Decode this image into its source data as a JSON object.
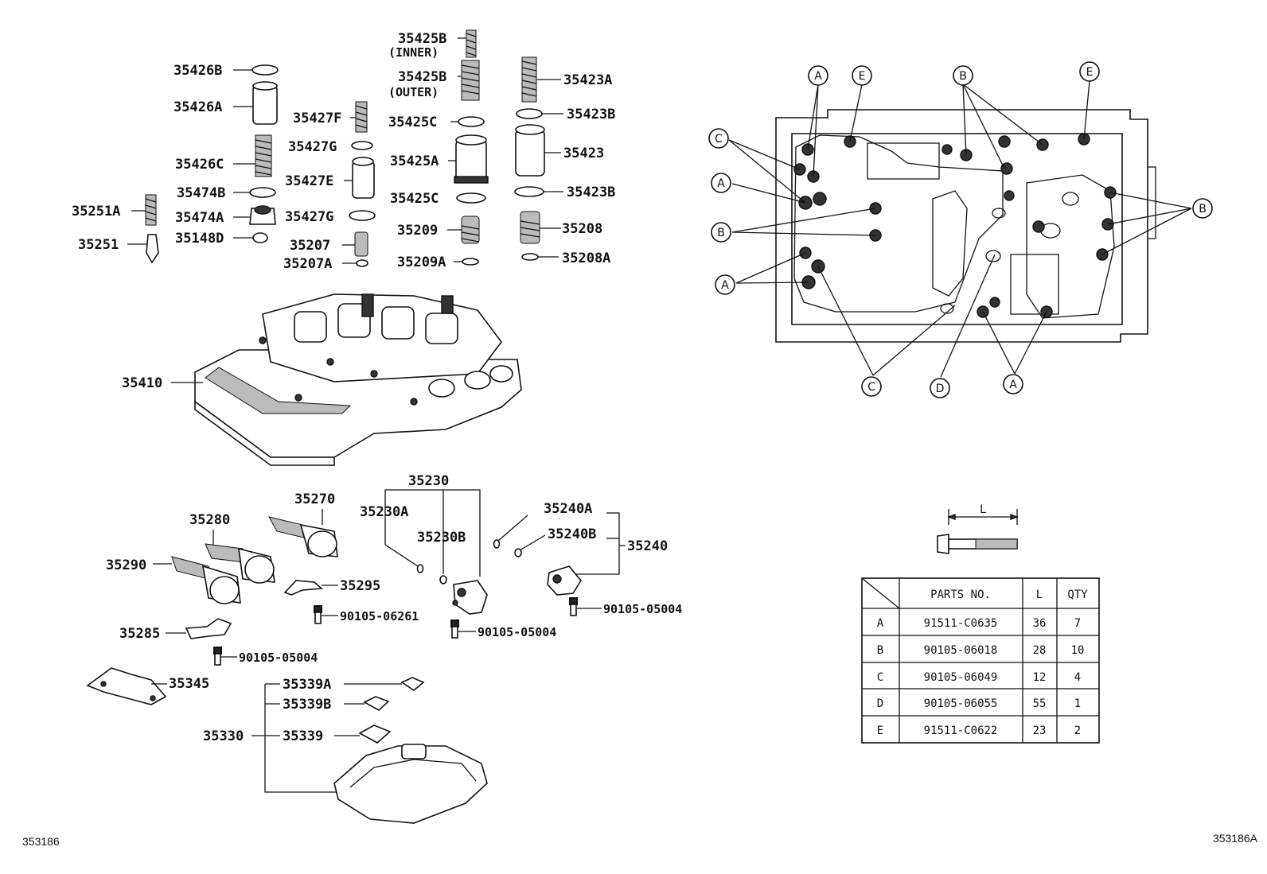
{
  "figure_ids": {
    "left": "353186",
    "right": "353186A"
  },
  "upper_parts": {
    "p35426B": "35426B",
    "p35426A": "35426A",
    "p35426C": "35426C",
    "p35474B": "35474B",
    "p35474A": "35474A",
    "p35148D": "35148D",
    "p35251A": "35251A",
    "p35251": "35251",
    "p35427F": "35427F",
    "p35427G1": "35427G",
    "p35427E": "35427E",
    "p35427G2": "35427G",
    "p35207": "35207",
    "p35207A": "35207A",
    "p35425B_inner": "35425B",
    "inner": "(INNER)",
    "p35425B_outer": "35425B",
    "outer": "(OUTER)",
    "p35425C1": "35425C",
    "p35425A": "35425A",
    "p35425C2": "35425C",
    "p35209": "35209",
    "p35209A": "35209A",
    "p35423A": "35423A",
    "p35423B1": "35423B",
    "p35423": "35423",
    "p35423B2": "35423B",
    "p35208": "35208",
    "p35208A": "35208A",
    "p35410": "35410"
  },
  "lower_parts": {
    "p35230": "35230",
    "p35230A": "35230A",
    "p35230B": "35230B",
    "p35240A": "35240A",
    "p35240B": "35240B",
    "p35240": "35240",
    "p35270": "35270",
    "p35280": "35280",
    "p35290": "35290",
    "p35295": "35295",
    "b06261": "90105-06261",
    "b05004a": "90105-05004",
    "b05004b": "90105-05004",
    "b05004c": "90105-05004",
    "p35285": "35285",
    "p35345": "35345",
    "p35339A": "35339A",
    "p35339B": "35339B",
    "p35339": "35339",
    "p35330": "35330"
  },
  "callouts": {
    "A1": "A",
    "E1": "E",
    "B1": "B",
    "E2": "E",
    "C1": "C",
    "A2": "A",
    "B2": "B",
    "B3": "B",
    "A3": "A",
    "C2": "C",
    "D1": "D",
    "A4": "A"
  },
  "bolt_dimension": "L",
  "bolt_table": {
    "headers": [
      "",
      "PARTS NO.",
      "L",
      "QTY"
    ],
    "rows": [
      {
        "key": "A",
        "part": "91511-C0635",
        "length": "36",
        "qty": "7"
      },
      {
        "key": "B",
        "part": "90105-06018",
        "length": "28",
        "qty": "10"
      },
      {
        "key": "C",
        "part": "90105-06049",
        "length": "12",
        "qty": "4"
      },
      {
        "key": "D",
        "part": "90105-06055",
        "length": "55",
        "qty": "1"
      },
      {
        "key": "E",
        "part": "91511-C0622",
        "length": "23",
        "qty": "2"
      }
    ]
  }
}
